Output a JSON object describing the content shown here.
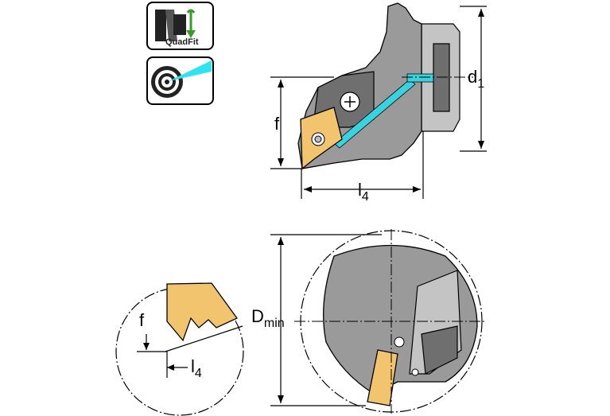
{
  "icons": {
    "quadfit_label": "QuadFit",
    "quadfit_icon": "quadfit-icon",
    "coolant_icon": "internal-coolant-icon"
  },
  "top_view": {
    "d1_label": "d",
    "d1_sub": "1",
    "f_label": "f",
    "l4_label": "l",
    "l4_sub": "4"
  },
  "detail_view": {
    "f_label": "f",
    "l4_label": "l",
    "l4_sub": "4"
  },
  "bore_view": {
    "dmin_label": "D",
    "dmin_sub": "min"
  },
  "colors": {
    "insert": "#f2c46d",
    "coolant": "#39d3e0",
    "body": "#9a9a9a"
  }
}
